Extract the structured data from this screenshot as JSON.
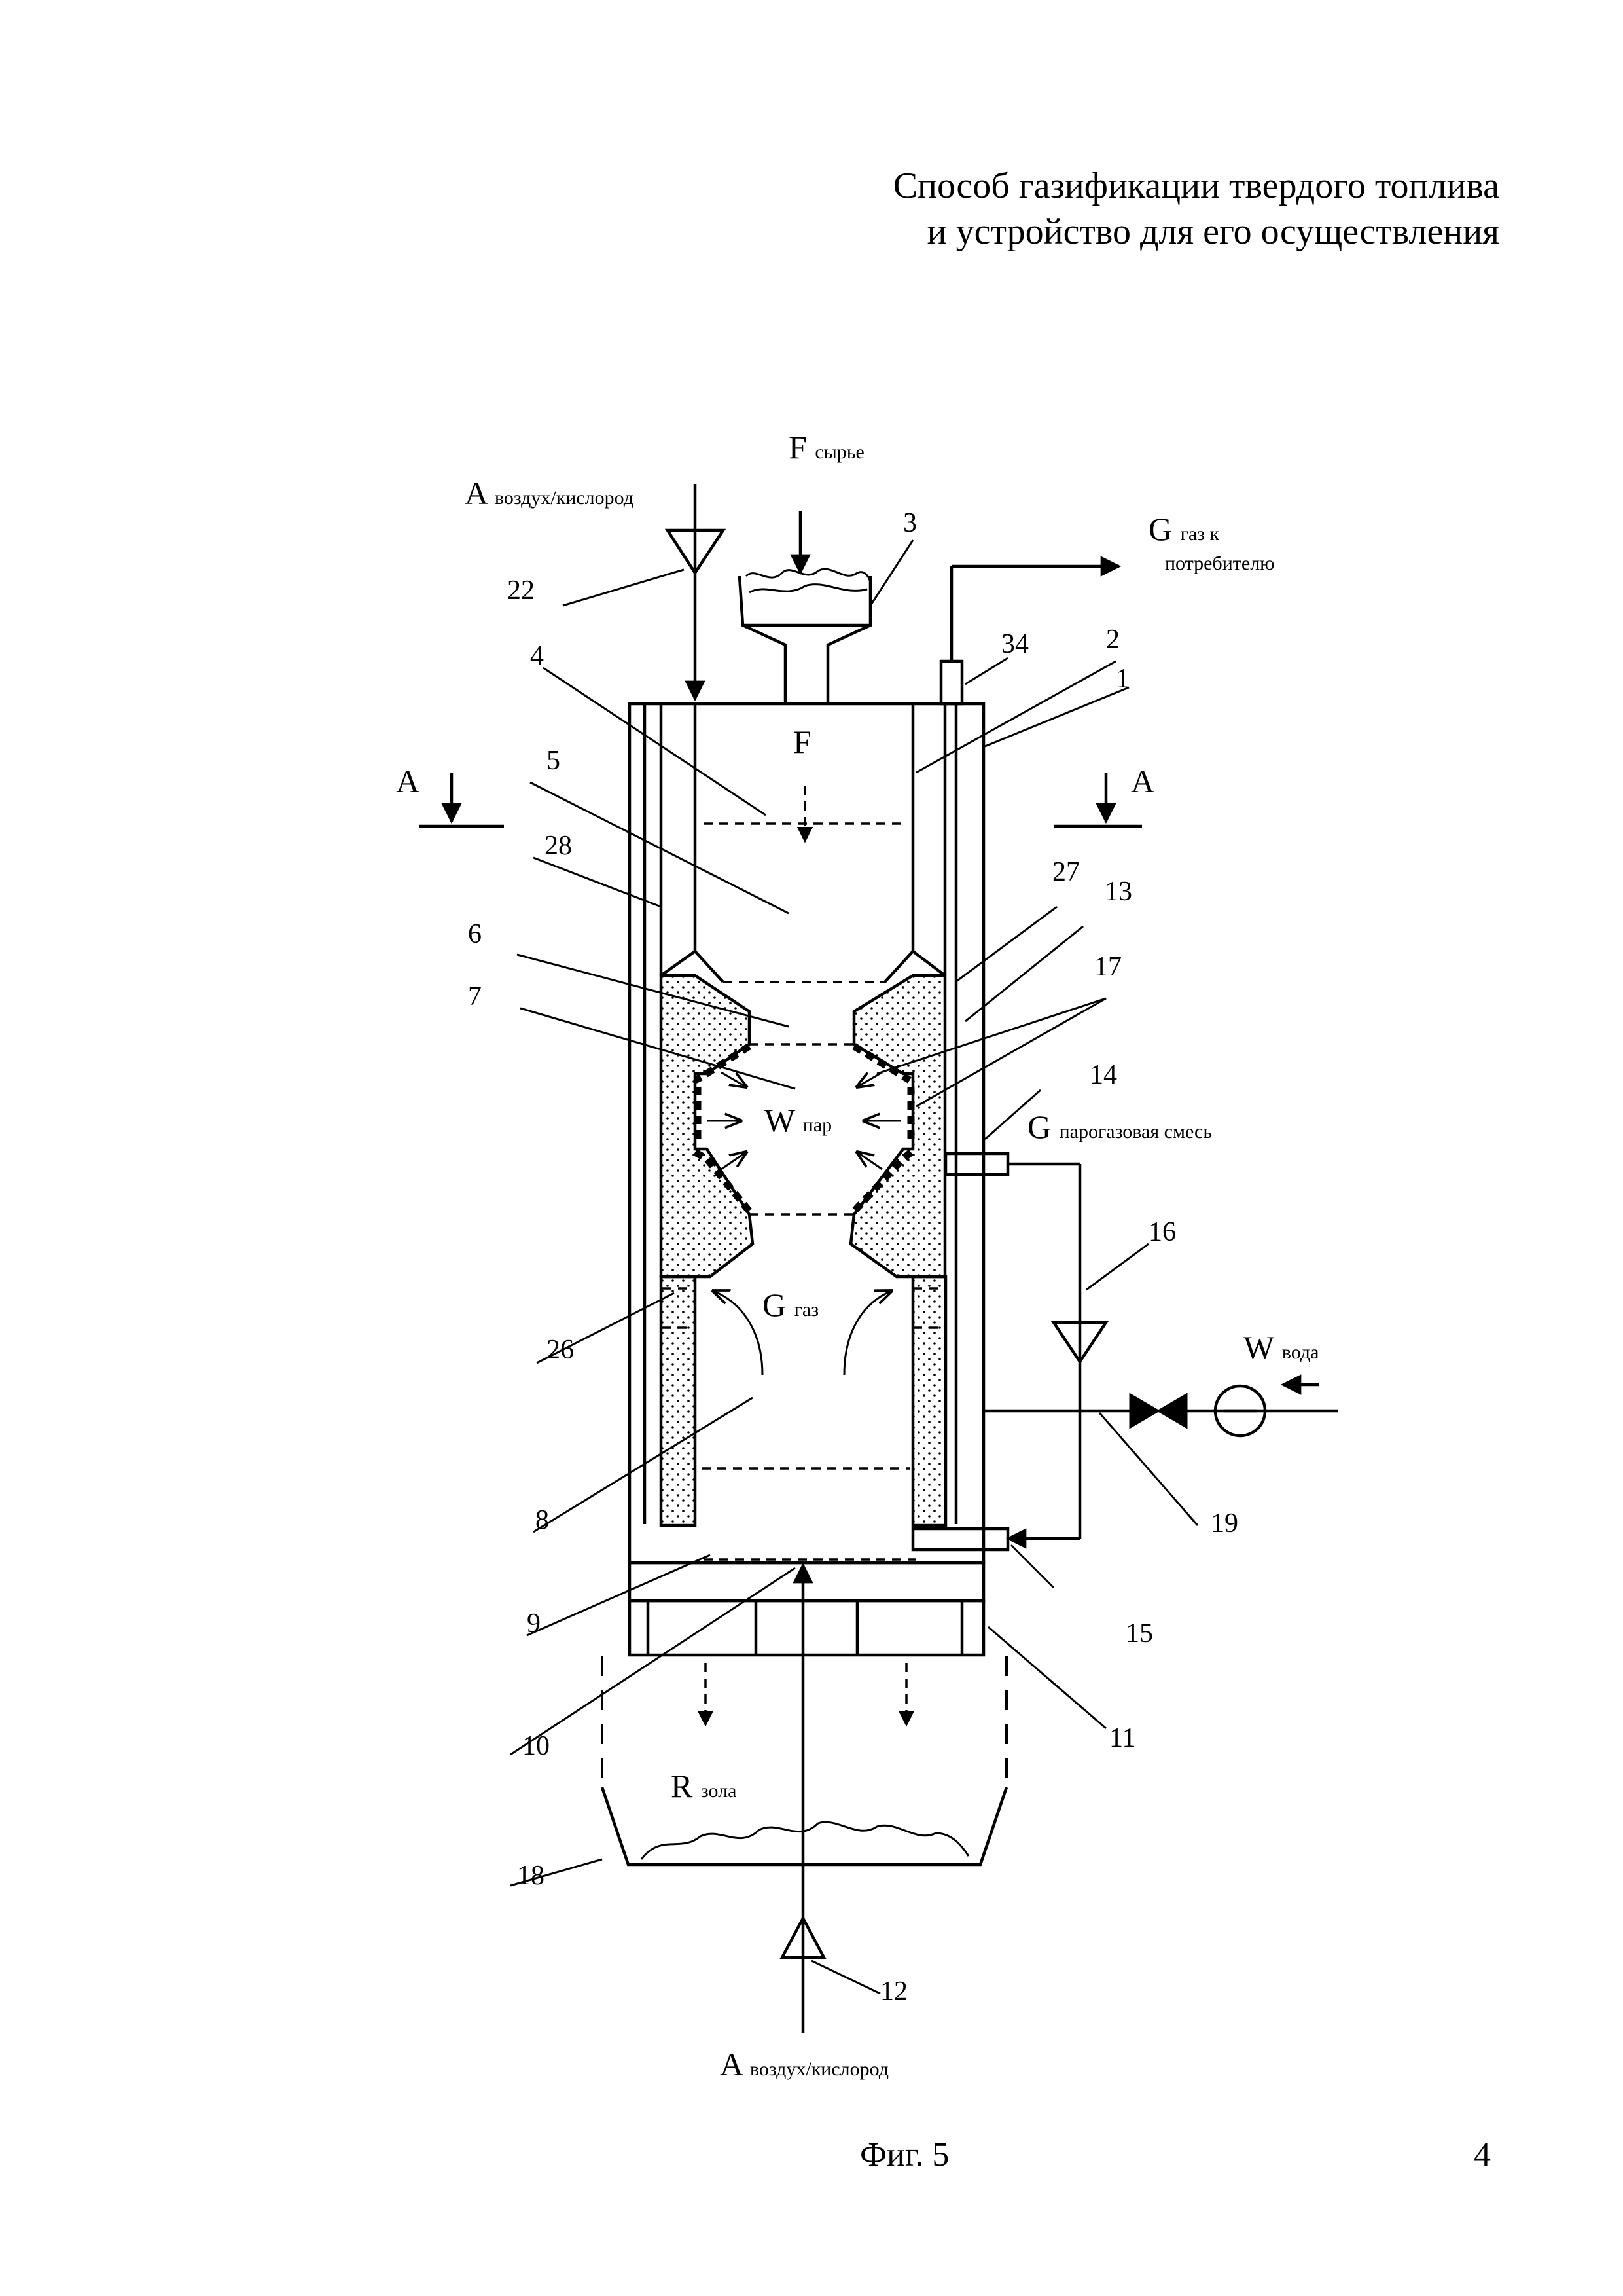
{
  "header": {
    "line1": "Способ газификации твердого топлива",
    "line2": "и устройство для его осуществления"
  },
  "figure": {
    "caption": "Фиг. 5",
    "page_number": "4"
  },
  "labels": {
    "feed": {
      "main": "F",
      "sub": "сырье"
    },
    "feed_inner": "F",
    "air_top": {
      "main": "A",
      "sub": "воздух/кислород"
    },
    "air_bottom": {
      "main": "A",
      "sub": "воздух/кислород"
    },
    "gas_out": {
      "main": "G",
      "sub1": "газ к",
      "sub2": "потребителю"
    },
    "steam": {
      "main": "W",
      "sub": "пар"
    },
    "gas_inner": {
      "main": "G",
      "sub": "газ"
    },
    "steam_gas_mix": {
      "main": "G",
      "sub": "парогазовая смесь"
    },
    "water": {
      "main": "W",
      "sub": "вода"
    },
    "ash": {
      "main": "R",
      "sub": "зола"
    },
    "section_left": "A",
    "section_right": "A"
  },
  "callouts": [
    "1",
    "2",
    "3",
    "4",
    "5",
    "6",
    "7",
    "8",
    "9",
    "10",
    "11",
    "12",
    "13",
    "14",
    "15",
    "16",
    "17",
    "18",
    "19",
    "22",
    "26",
    "27",
    "28",
    "34"
  ],
  "icons": {
    "pump": "pump-icon",
    "valve": "valve-icon",
    "triangle": "flow-device-icon"
  }
}
